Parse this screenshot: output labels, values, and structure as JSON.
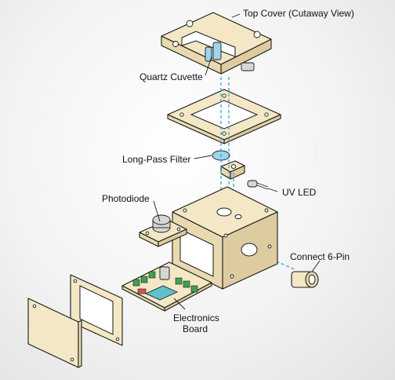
{
  "labels": {
    "top_cover": "Top Cover (Cutaway View)",
    "quartz_cuvette": "Quartz Cuvette",
    "long_pass_filter": "Long-Pass Filter",
    "uv_led": "UV LED",
    "photodiode": "Photodiode",
    "connect_6pin": "Connect 6-Pin",
    "electronics_board_line1": "Electronics",
    "electronics_board_line2": "Board"
  },
  "colors": {
    "housing": "#f3e7c6",
    "optical_axis": "#2a9fd6",
    "pcb": "#3fa34d",
    "filter": "#9fd4ee"
  }
}
